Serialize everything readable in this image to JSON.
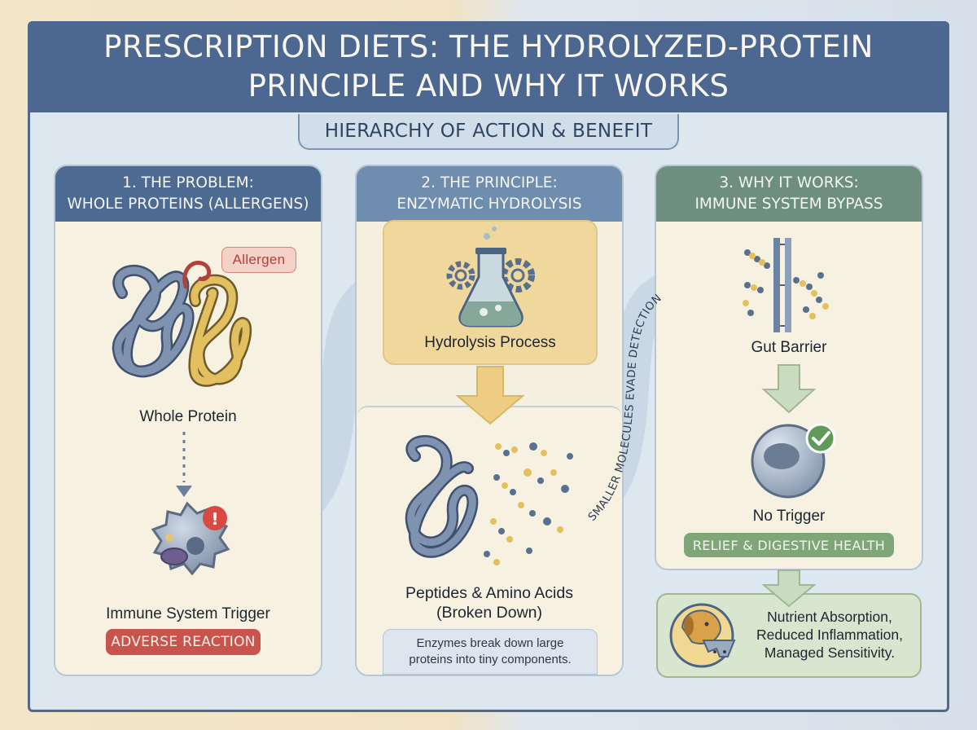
{
  "header": {
    "title_line1": "PRESCRIPTION DIETS: THE HYDROLYZED-PROTEIN",
    "title_line2": "PRINCIPLE AND WHY IT WORKS",
    "subtitle": "HIERARCHY OF ACTION & BENEFIT"
  },
  "panel_problem": {
    "heading_line1": "1. THE PROBLEM:",
    "heading_line2": "WHOLE PROTEINS (ALLERGENS)",
    "allergen_tag": "Allergen",
    "whole_protein_label": "Whole Protein",
    "immune_label": "Immune System Trigger",
    "adverse_badge": "ADVERSE REACTION"
  },
  "panel_principle": {
    "heading_line1": "2. THE PRINCIPLE:",
    "heading_line2": "ENZYMATIC HYDROLYSIS",
    "process_label": "Hydrolysis Process",
    "peptides_line1": "Peptides & Amino Acids",
    "peptides_line2": "(Broken Down)",
    "note_line1": "Enzymes break down large",
    "note_line2": "proteins into tiny components."
  },
  "panel_works": {
    "heading_line1": "3. WHY IT WORKS:",
    "heading_line2": "IMMUNE SYSTEM BYPASS",
    "gut_label": "Gut Barrier",
    "no_trigger_label": "No Trigger",
    "relief_badge": "RELIEF & DIGESTIVE HEALTH",
    "outcome_line1": "Nutrient Absorption,",
    "outcome_line2": "Reduced Inflammation,",
    "outcome_line3": "Managed Sensitivity."
  },
  "connector": {
    "arrow_text": "SMALLER MOLECULES EVADE DETECTION"
  },
  "colors": {
    "title_bar": "#4c6790",
    "problem_head": "#4d6a92",
    "principle_head": "#6f8dae",
    "works_head": "#6e8f80",
    "adverse": "#c9544e",
    "relief": "#7fa676",
    "process_box": "#f0d89c"
  }
}
